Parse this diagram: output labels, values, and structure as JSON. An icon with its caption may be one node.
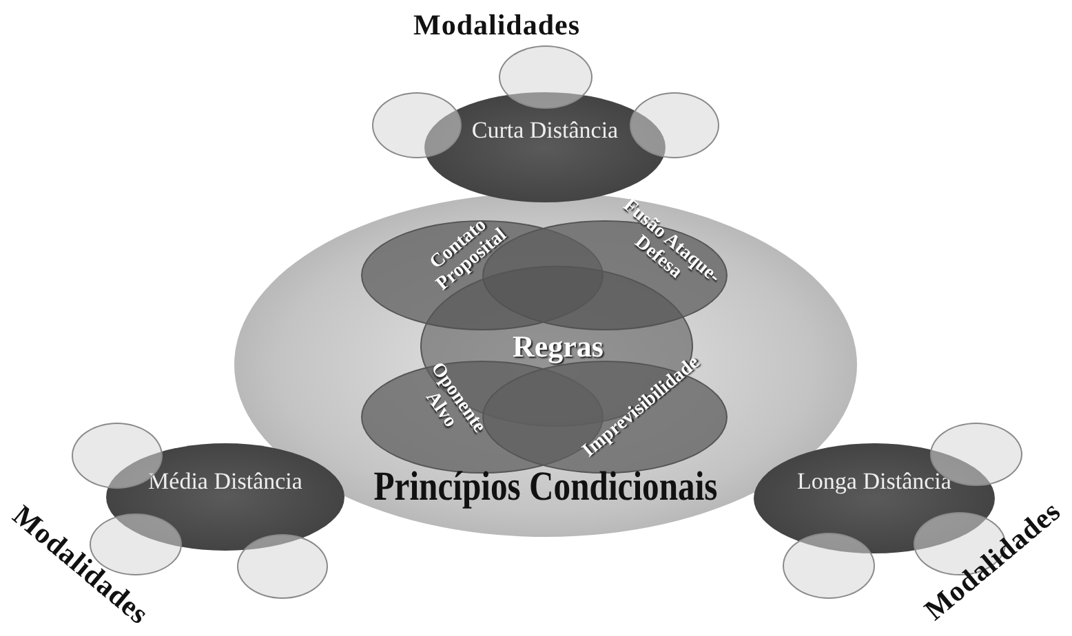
{
  "diagram": {
    "nodes": [
      {
        "text": [
          "Princípios Condicionais"
        ]
      },
      {
        "text": [
          "Contato Proposital"
        ],
        "in": 0
      },
      {
        "text": [
          "Fusão Ataque-Defesa"
        ],
        "in": 0
      },
      {
        "text": [
          "Regras"
        ],
        "in": 0
      },
      {
        "text": [
          "Oponente Alvo"
        ],
        "in": 0
      },
      {
        "text": [
          "Imprevisibilidade"
        ],
        "in": 0
      },
      {
        "text": [
          "Curta Distância"
        ]
      },
      {
        "text": [],
        "shape": "circle"
      },
      {
        "text": [],
        "shape": "circle"
      },
      {
        "text": [],
        "shape": "circle"
      },
      {
        "text": [
          "Média Distância"
        ]
      },
      {
        "text": [],
        "shape": "circle"
      },
      {
        "text": [],
        "shape": "circle"
      },
      {
        "text": [],
        "shape": "circle"
      },
      {
        "text": [
          "Longa Distância"
        ]
      },
      {
        "text": [],
        "shape": "circle"
      },
      {
        "text": [],
        "shape": "circle"
      },
      {
        "text": [],
        "shape": "circle"
      }
    ],
    "labels": [
      "Modalidades",
      "Modalidades",
      "Modalidades"
    ]
  }
}
